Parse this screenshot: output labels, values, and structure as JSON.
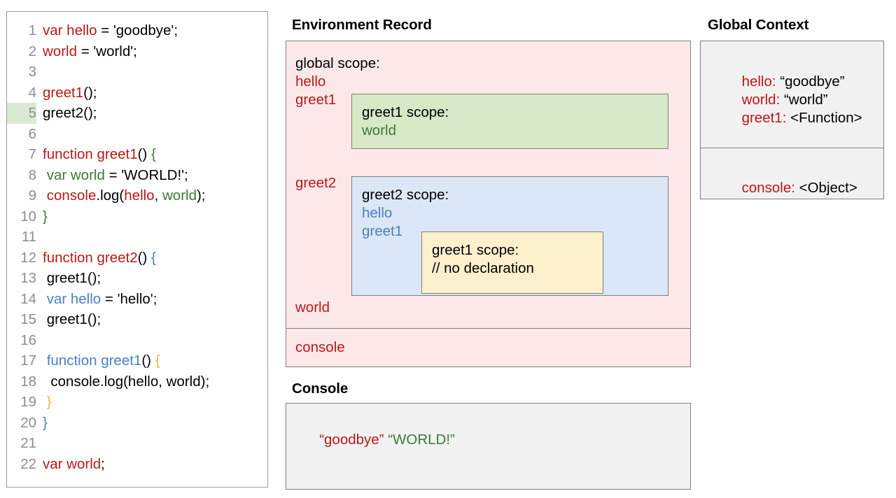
{
  "code_panel": {
    "name": "javascript-source",
    "highlighted_line": 5,
    "lines": [
      {
        "num": "1",
        "tokens": [
          {
            "t": "var hello",
            "c": "red"
          },
          {
            "t": " = 'goodbye';",
            "c": "black"
          }
        ]
      },
      {
        "num": "2",
        "tokens": [
          {
            "t": "world",
            "c": "red"
          },
          {
            "t": " = 'world';",
            "c": "black"
          }
        ]
      },
      {
        "num": "3",
        "tokens": []
      },
      {
        "num": "4",
        "tokens": [
          {
            "t": "greet1",
            "c": "red"
          },
          {
            "t": "();",
            "c": "black"
          }
        ]
      },
      {
        "num": "5",
        "tokens": [
          {
            "t": "greet2();",
            "c": "black"
          }
        ]
      },
      {
        "num": "6",
        "tokens": []
      },
      {
        "num": "7",
        "tokens": [
          {
            "t": "function greet1",
            "c": "red"
          },
          {
            "t": "() ",
            "c": "black"
          },
          {
            "t": "{",
            "c": "green"
          }
        ]
      },
      {
        "num": "8",
        "tokens": [
          {
            "t": " ",
            "c": "black"
          },
          {
            "t": "var world",
            "c": "green"
          },
          {
            "t": " = 'WORLD!';",
            "c": "black"
          }
        ]
      },
      {
        "num": "9",
        "tokens": [
          {
            "t": " ",
            "c": "black"
          },
          {
            "t": "console",
            "c": "red"
          },
          {
            "t": ".log(",
            "c": "black"
          },
          {
            "t": "hello",
            "c": "red"
          },
          {
            "t": ", ",
            "c": "black"
          },
          {
            "t": "world",
            "c": "green"
          },
          {
            "t": ");",
            "c": "black"
          }
        ]
      },
      {
        "num": "10",
        "tokens": [
          {
            "t": "}",
            "c": "green"
          }
        ]
      },
      {
        "num": "11",
        "tokens": []
      },
      {
        "num": "12",
        "tokens": [
          {
            "t": "function greet2",
            "c": "red"
          },
          {
            "t": "() ",
            "c": "black"
          },
          {
            "t": "{",
            "c": "blue"
          }
        ]
      },
      {
        "num": "13",
        "tokens": [
          {
            "t": " greet1();",
            "c": "black"
          }
        ]
      },
      {
        "num": "14",
        "tokens": [
          {
            "t": " ",
            "c": "black"
          },
          {
            "t": "var hello",
            "c": "blue"
          },
          {
            "t": " = 'hello';",
            "c": "black"
          }
        ]
      },
      {
        "num": "15",
        "tokens": [
          {
            "t": " greet1();",
            "c": "black"
          }
        ]
      },
      {
        "num": "16",
        "tokens": []
      },
      {
        "num": "17",
        "tokens": [
          {
            "t": " ",
            "c": "black"
          },
          {
            "t": "function greet1",
            "c": "blue"
          },
          {
            "t": "() ",
            "c": "black"
          },
          {
            "t": "{",
            "c": "gold"
          }
        ]
      },
      {
        "num": "18",
        "tokens": [
          {
            "t": "  console.log(hello, world);",
            "c": "black"
          }
        ]
      },
      {
        "num": "19",
        "tokens": [
          {
            "t": " ",
            "c": "black"
          },
          {
            "t": "}",
            "c": "gold"
          }
        ]
      },
      {
        "num": "20",
        "tokens": [
          {
            "t": "}",
            "c": "blue"
          }
        ]
      },
      {
        "num": "21",
        "tokens": []
      },
      {
        "num": "22",
        "tokens": [
          {
            "t": "var world",
            "c": "red"
          },
          {
            "t": ";",
            "c": "black"
          }
        ]
      }
    ]
  },
  "environment_record": {
    "title": "Environment Record",
    "global_scope_heading": "global scope:",
    "bindings": {
      "hello": "hello",
      "greet1": "greet1",
      "greet2": "greet2",
      "world": "world"
    },
    "console_slot": "console",
    "greet1_scope": {
      "heading": "greet1 scope:",
      "bindings": [
        "world"
      ]
    },
    "greet2_scope": {
      "heading": "greet2 scope:",
      "bindings": [
        "hello",
        "greet1"
      ]
    },
    "greet1_inner_scope": {
      "heading": "greet1 scope:",
      "note": "// no declaration"
    }
  },
  "console": {
    "title": "Console",
    "entries": [
      {
        "text": "“goodbye”",
        "color": "red"
      },
      {
        "text": "“WORLD!”",
        "color": "green"
      }
    ],
    "line1_first": "“goodbye”",
    "line1_second": "“WORLD!”"
  },
  "global_context": {
    "title": "Global Context",
    "variables": [
      {
        "key": "hello:",
        "value": "“goodbye”"
      },
      {
        "key": "world:",
        "value": "“world”"
      },
      {
        "key": "greet1:",
        "value": "<Function>"
      }
    ],
    "objects": [
      {
        "key": "console:",
        "value": "<Object>"
      }
    ],
    "hello_key": "hello:",
    "hello_value": "“goodbye”",
    "world_key": "world:",
    "world_value": "“world”",
    "greet1_key": "greet1:",
    "greet1_value": "<Function>",
    "console_key": "console:",
    "console_value": "<Object>"
  },
  "colors": {
    "red": "#b81919",
    "green": "#3c7a35",
    "blue": "#4b80c0",
    "gold": "#e6b84c",
    "env_record_bg": "#fce8e8",
    "greet1_scope_bg": "#d6e8c6",
    "greet2_scope_bg": "#dbe6f6",
    "greet1_inner_bg": "#fdf0cd",
    "panel_gray_bg": "#f1f1f1",
    "border_gray": "#808080",
    "highlight_green": "#d9ead3"
  }
}
